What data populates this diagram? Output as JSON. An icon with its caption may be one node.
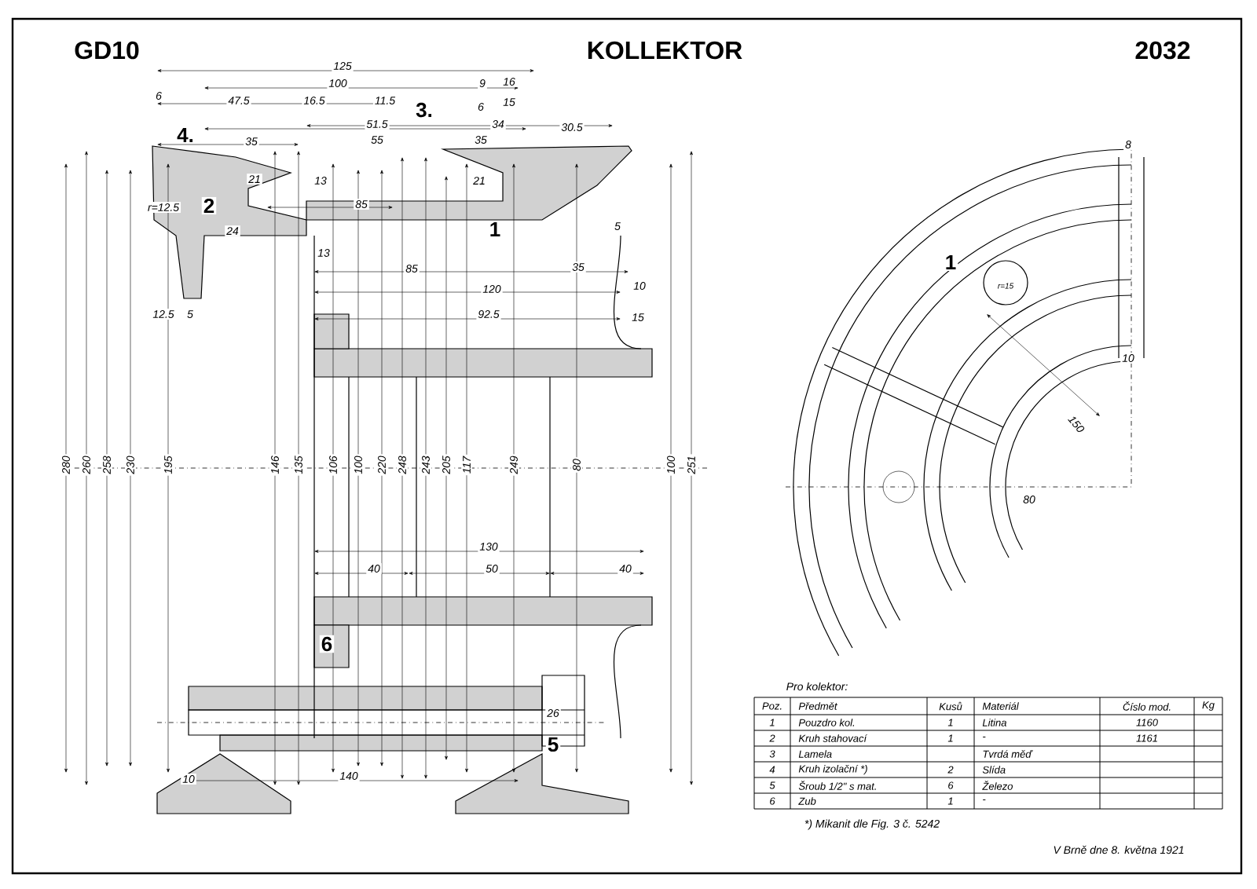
{
  "diagram": {
    "title": "KOLLEKTOR",
    "labels": [
      "GD10",
      "2032",
      "125",
      "100",
      "9",
      "16",
      "6",
      "47.5",
      "16.5",
      "11.5",
      "3.",
      "6",
      "15",
      "51.5",
      "34",
      "30.5",
      "4.",
      "35",
      "55",
      "35",
      "2",
      "21",
      "13",
      "21",
      "85",
      "r=12.5",
      "24",
      "1",
      "5",
      "13",
      "85",
      "35",
      "120",
      "10",
      "92.5",
      "15",
      "12.5",
      "5",
      "280",
      "260",
      "258",
      "230",
      "195",
      "146",
      "135",
      "106",
      "100",
      "220",
      "248",
      "243",
      "205",
      "117",
      "249",
      "80",
      "100",
      "251",
      "130",
      "40",
      "50",
      "40",
      "6",
      "26",
      "5",
      "140",
      "10",
      "1",
      "r=15",
      "8",
      "10",
      "150",
      "80",
      "Pro kolektor:",
      "Poz.",
      "Předmět",
      "Kusů",
      "Materiál",
      "Číslo mod.",
      "Kg",
      "1",
      "Pouzdro kol.",
      "1",
      "Litina",
      "1160",
      "2",
      "Kruh stahovací",
      "1",
      "-",
      "1161",
      "3",
      "Lamela",
      "Tvrdá měď",
      "4",
      "Kruh izolační *)",
      "2",
      "Slída",
      "5",
      "Šroub 1/2\" s mat.",
      "6",
      "Železo",
      "6",
      "Zub",
      "1",
      "-",
      "*) Mikanit dle Fig. 3 č. 5242",
      "V Brně dne 8. května 1921"
    ]
  }
}
